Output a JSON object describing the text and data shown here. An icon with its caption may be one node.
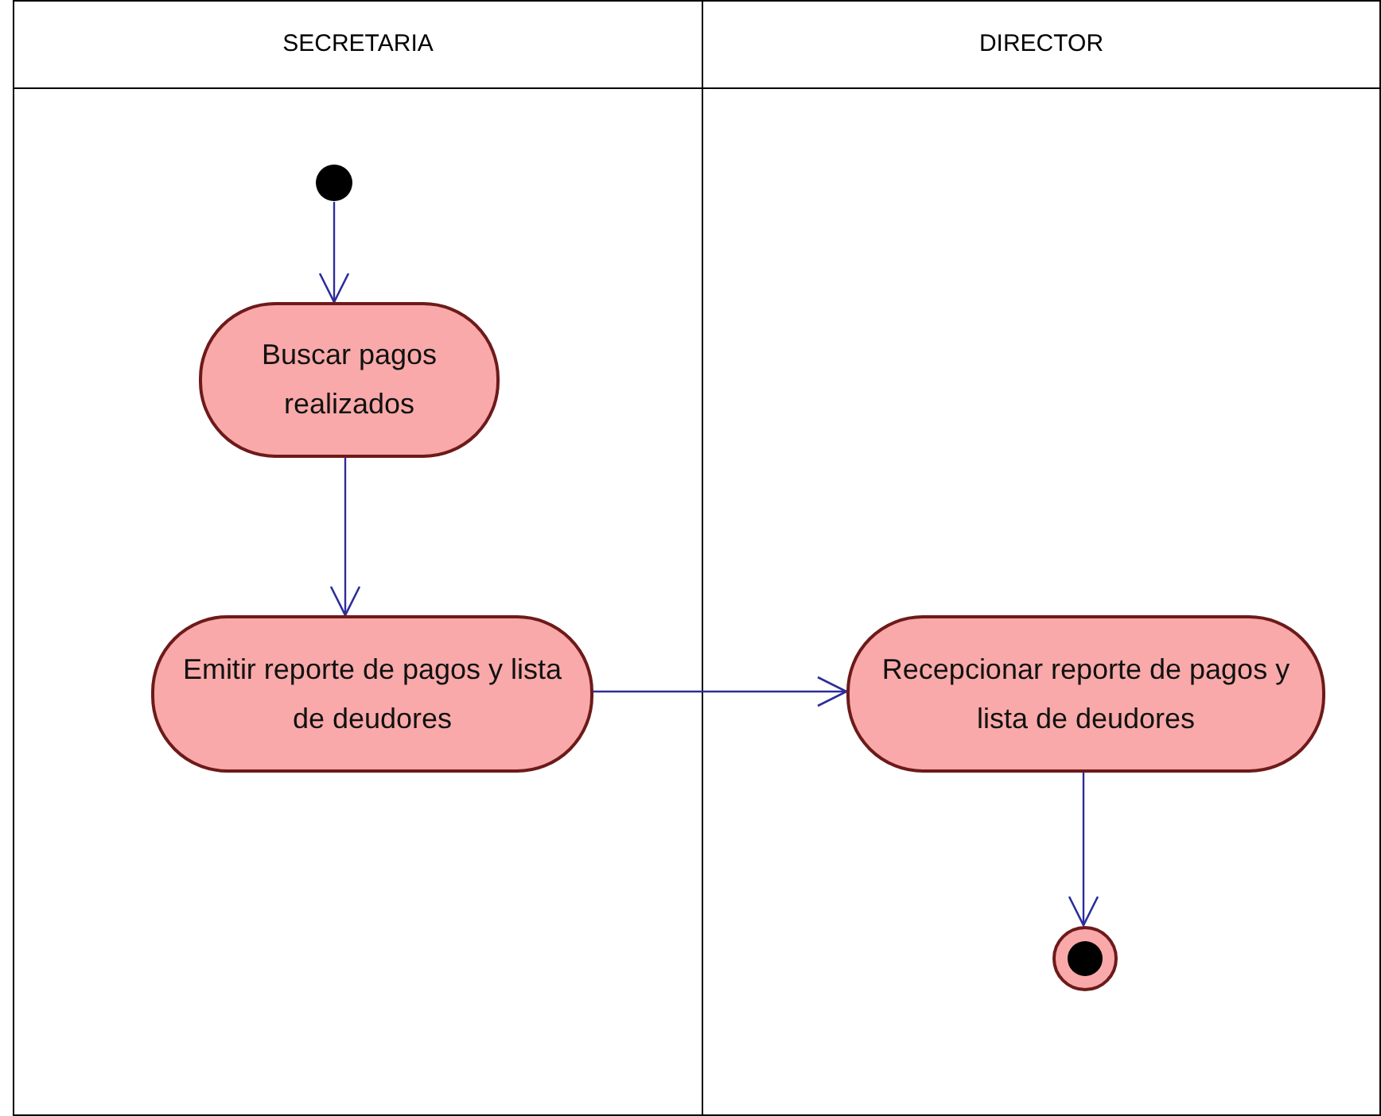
{
  "diagram": {
    "nodes": [
      {
        "text": [
          "SECRETARIA"
        ]
      },
      {
        "text": [
          "DIRECTOR"
        ]
      },
      {
        "text": [],
        "shape": "circle",
        "in": 0
      },
      {
        "text": [
          "Buscar pagos realizados"
        ],
        "in": 0
      },
      {
        "text": [
          "Emitir reporte de pagos y lista de deudores"
        ],
        "in": 0
      },
      {
        "text": [
          "Recepcionar reporte de pagos y lista de deudores"
        ],
        "in": 1
      },
      {
        "text": [],
        "shape": "circle",
        "in": 1
      }
    ],
    "edges": [
      {
        "from": 2,
        "to": 3,
        "arrow": "to"
      },
      {
        "from": 3,
        "to": 4,
        "arrow": "to"
      },
      {
        "from": 4,
        "to": 5,
        "arrow": "to"
      },
      {
        "from": 5,
        "to": 6,
        "arrow": "to"
      }
    ]
  }
}
